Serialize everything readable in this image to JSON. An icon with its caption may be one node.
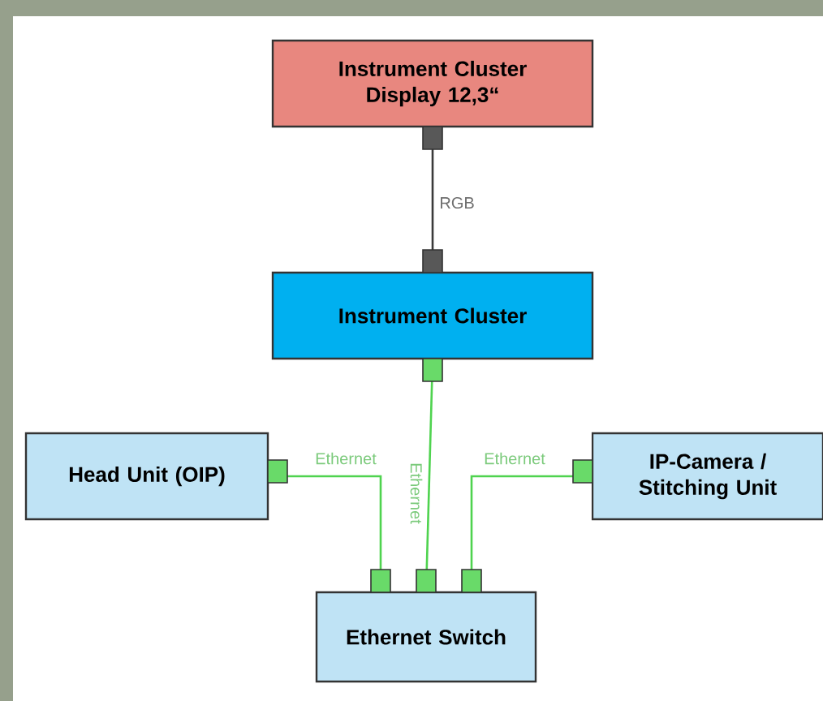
{
  "diagram": {
    "nodes": [
      {
        "text": [
          "Instrument Cluster Display 12,3“"
        ]
      },
      {
        "text": [
          "Instrument Cluster"
        ]
      },
      {
        "text": [
          "Head Unit (OIP)"
        ]
      },
      {
        "text": [
          "IP-Camera / Stitching Unit"
        ]
      },
      {
        "text": [
          "Ethernet Switch"
        ]
      }
    ],
    "edges": [
      {
        "from": 0,
        "to": 1,
        "arrow": "none",
        "label": "RGB",
        "color": "#3a3a3a"
      },
      {
        "from": 1,
        "to": 4,
        "arrow": "none",
        "label": "Ethernet",
        "color": "#4fd34f"
      },
      {
        "from": 2,
        "to": 4,
        "arrow": "none",
        "label": "Ethernet",
        "color": "#4fd34f"
      },
      {
        "from": 3,
        "to": 4,
        "arrow": "none",
        "label": "Ethernet",
        "color": "#4fd34f"
      }
    ]
  }
}
